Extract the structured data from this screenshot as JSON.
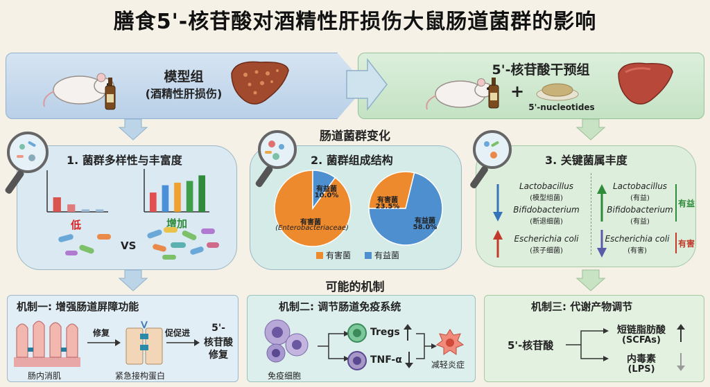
{
  "title": "膳食5'-核苷酸对酒精性肝损伤大鼠肠道菌群的影响",
  "model_group": {
    "name": "模型组",
    "subtitle": "(酒精性肝损伤)"
  },
  "intervention_group": {
    "name": "5'-核苷酸干预组",
    "plus": "+",
    "supplement": "5'-nucleotides"
  },
  "center_heading": "肠道菌群变化",
  "mechanism_heading": "可能的机制",
  "panel1": {
    "title": "1. 菌群多样性与丰富度",
    "low": "低",
    "increase": "增加",
    "vs": "VS"
  },
  "panel2": {
    "title": "2. 菌群组成结构",
    "pie1": {
      "harmful_label": "有害菌",
      "harmful_sub": "(Enterobacteriaceae)",
      "beneficial_label": "有益菌",
      "beneficial_pct": "10.0%"
    },
    "pie2": {
      "harmful_label": "有害菌",
      "harmful_pct": "23.5%",
      "beneficial_label": "有益菌",
      "beneficial_pct": "58.0%"
    },
    "legend_harmful": "有害菌",
    "legend_beneficial": "有益菌"
  },
  "panel3": {
    "title": "3. 关键菌属丰度",
    "left": [
      {
        "name": "Lactobacillus",
        "note": "(模型组菌)"
      },
      {
        "name": "Bifidobacterium",
        "note": "(断退细菌)"
      },
      {
        "name": "Escherichia coli",
        "note": "(孩子细菌)"
      }
    ],
    "right": [
      {
        "name": "Lactobacillus",
        "note": "(有益)"
      },
      {
        "name": "Bifidobacterium",
        "note": "(有益)"
      },
      {
        "name": "Escherichia coli",
        "note": "(有害)"
      }
    ],
    "beneficial_tag": "有益",
    "harmful_tag": "有害"
  },
  "mech1": {
    "title": "机制一: 增强肠道屏障功能",
    "repair": "修复",
    "promote": "促促进",
    "villi": "肠内消肌",
    "protein": "紧急接构蛋白",
    "result_l1": "5'-",
    "result_l2": "核苷酸",
    "result_l3": "修复"
  },
  "mech2": {
    "title": "机制二: 调节肠道免疫系统",
    "cells": "免疫细胞",
    "tregs": "Tregs",
    "tnf": "TNF-α",
    "result": "减轻炎症"
  },
  "mech3": {
    "title": "机制三: 代谢产物调节",
    "source": "5'-核苷酸",
    "scfa": "短链脂肪酸",
    "scfa_en": "(SCFAs)",
    "toxin": "内毒素",
    "toxin_en": "(LPS)"
  },
  "colors": {
    "harmful": "#ee8a2e",
    "beneficial": "#4d8fcf",
    "up_green": "#2e8b3a",
    "down_blue": "#3574b8",
    "up_red": "#c0392b"
  },
  "chart_data": [
    {
      "type": "bar",
      "series": [
        {
          "values": [
            0.35,
            0.18,
            0.06,
            0.06
          ]
        }
      ],
      "colors": [
        "#d9534f",
        "#e07b7b",
        "#9ab7d3",
        "#9ab7d3"
      ]
    },
    {
      "type": "bar",
      "series": [
        {
          "values": [
            0.45,
            0.62,
            0.68,
            0.72,
            0.85
          ]
        }
      ],
      "colors": [
        "#e05050",
        "#4a90d9",
        "#f0a030",
        "#3f9e4a",
        "#2e8b3a"
      ]
    },
    {
      "type": "pie",
      "values": [
        90.0,
        10.0
      ]
    },
    {
      "type": "pie",
      "values": [
        23.5,
        58.0
      ]
    }
  ]
}
